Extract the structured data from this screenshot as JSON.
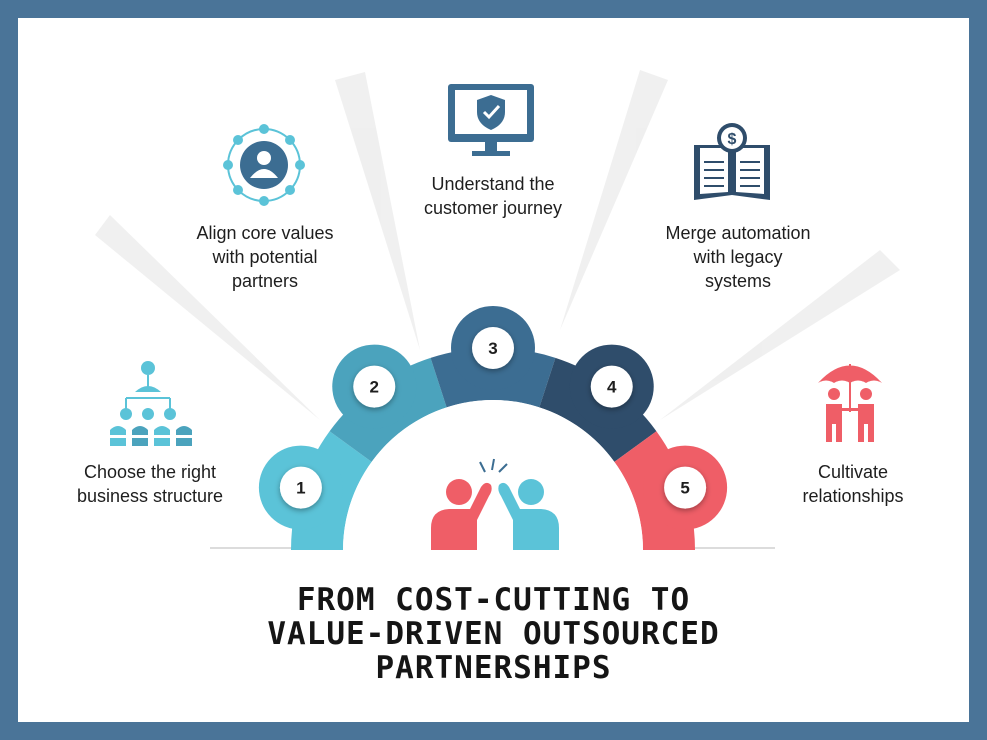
{
  "colors": {
    "frame": "#4a7498",
    "background": "#ffffff",
    "segment_1": "#5bc3d8",
    "segment_2": "#4ba3bd",
    "segment_3": "#3c6d92",
    "segment_4": "#2f4d6b",
    "segment_5": "#ef5e67",
    "person_left": "#ef5e67",
    "person_right": "#5bc3d8",
    "text": "#1e1e1e"
  },
  "steps": [
    {
      "number": "1",
      "label": "Choose the right\nbusiness structure",
      "icon": "org-chart-icon"
    },
    {
      "number": "2",
      "label": "Align core values\nwith potential\npartners",
      "icon": "network-person-icon"
    },
    {
      "number": "3",
      "label": "Understand the\ncustomer journey",
      "icon": "monitor-shield-icon"
    },
    {
      "number": "4",
      "label": "Merge automation\nwith legacy\nsystems",
      "icon": "ledger-dollar-icon"
    },
    {
      "number": "5",
      "label": "Cultivate\nrelationships",
      "icon": "umbrella-people-icon"
    }
  ],
  "center_icon": "high-five-icon",
  "title_lines": [
    "FROM COST-CUTTING TO",
    "VALUE-DRIVEN OUTSOURCED",
    "PARTNERSHIPS"
  ]
}
